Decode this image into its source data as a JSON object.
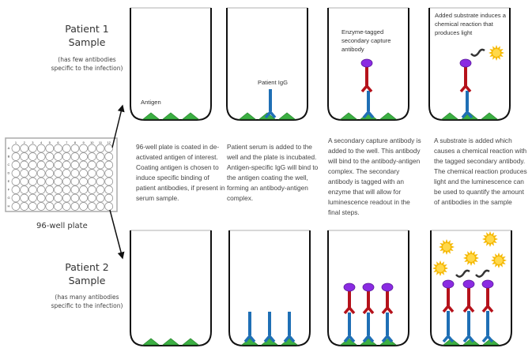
{
  "patient1": {
    "title_line1": "Patient 1",
    "title_line2": "Sample",
    "note": "(has few antibodies specific to the infection)"
  },
  "patient2": {
    "title_line1": "Patient 2",
    "title_line2": "Sample",
    "note": "(has many antibodies specific to the infection)"
  },
  "plate": {
    "label": "96-well plate",
    "columns": [
      "1",
      "2",
      "3",
      "4",
      "5",
      "6",
      "7",
      "8",
      "9",
      "10",
      "11",
      "12"
    ],
    "rows": [
      "A",
      "B",
      "C",
      "D",
      "E",
      "F",
      "G",
      "H"
    ]
  },
  "well_labels": {
    "antigen": "Antigen",
    "patient_igg": "Patient IgG",
    "secondary": "Enzyme-tagged secondary capture antibody",
    "substrate": "Added substrate induces a chemical reaction that produces light"
  },
  "steps": [
    "96-well plate is coated in de-activated antigen of interest. Coating antigen is chosen to induce specific binding of patient antibodies, if present in serum sample.",
    "Patient serum is added to the well and the plate is incubated. Antigen-specific IgG will bind to the antigen coating the well, forming an antibody-antigen complex.",
    "A secondary capture antibody is added to the well. This antibody will bind to the antibody-antigen complex. The secondary antibody is tagged with an enzyme that will allow for luminescence readout in the final steps.",
    "A substrate is added which causes a chemical reaction with the tagged secondary antibody. The chemical reaction produces light and the luminescence can be used to quantify the amount of antibodies in the sample"
  ],
  "colors": {
    "antigen": "#3cb043",
    "igg": "#1f6fb5",
    "secondary": "#b5121b",
    "enzyme": "#8a2be2",
    "light": "#f5b800"
  }
}
